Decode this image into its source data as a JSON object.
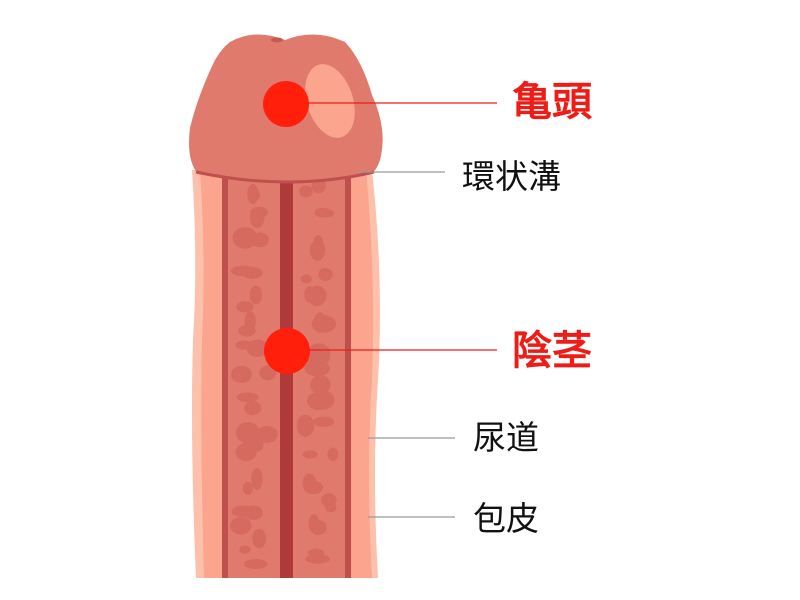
{
  "labels": {
    "glans": "亀頭",
    "coronal_sulcus": "環状溝",
    "shaft": "陰茎",
    "urethra": "尿道",
    "foreskin": "包皮"
  },
  "colors": {
    "highlight_marker": "#ff1f0a",
    "highlight_text": "#ee1c16",
    "glans": "#e07a6c",
    "skin_outer": "#fcc0ab",
    "skin_inner": "#fba48e",
    "tissue": "#e07a6c",
    "tissue_spots": "#d66a60",
    "urethra": "#b03a3a",
    "leader_gray": "#999999"
  }
}
